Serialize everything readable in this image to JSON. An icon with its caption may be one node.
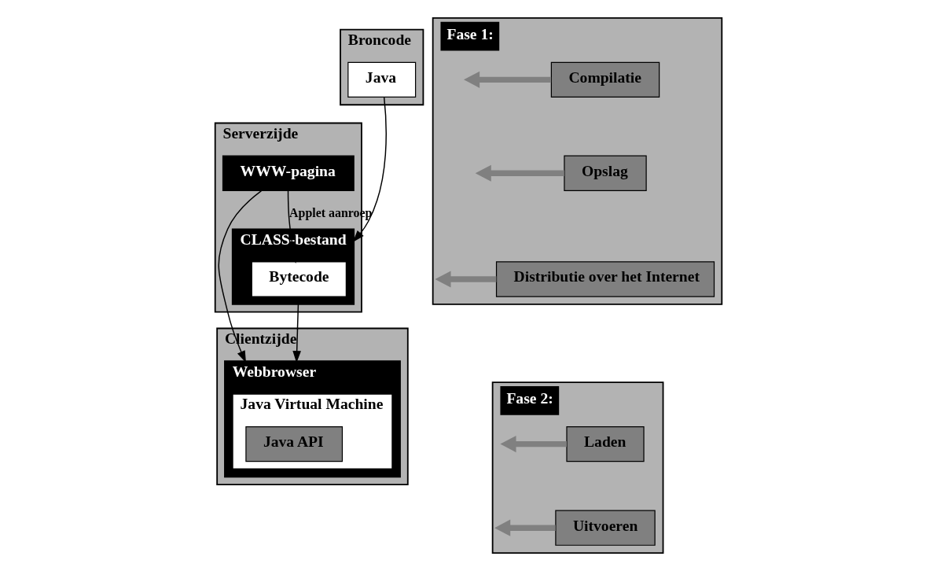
{
  "diagram": {
    "nodes": [
      {
        "text": [
          "Broncode"
        ]
      },
      {
        "text": [
          "Java"
        ],
        "in": 0
      },
      {
        "text": [
          "Serverzijde"
        ]
      },
      {
        "text": [
          "CLASS-bestand"
        ],
        "in": 2
      },
      {
        "text": [
          "Bytecode"
        ],
        "in": 3
      },
      {
        "text": [
          "WWW-pagina"
        ],
        "in": 2
      },
      {
        "text": [
          "Clientzijde"
        ]
      },
      {
        "text": [
          "Webbrowser"
        ],
        "in": 6
      },
      {
        "text": [
          "Java Virtual Machine"
        ],
        "in": 7
      },
      {
        "text": [
          "Java API"
        ],
        "in": 8
      },
      {
        "text": [
          "Fase 1:"
        ]
      },
      {
        "text": [
          "Compilatie"
        ],
        "in": 10
      },
      {
        "text": [
          "Opslag"
        ],
        "in": 10
      },
      {
        "text": [
          "Distributie over het Internet"
        ],
        "in": 10
      },
      {
        "text": [
          "Fase 2:"
        ]
      },
      {
        "text": [
          "Laden"
        ],
        "in": 14
      },
      {
        "text": [
          "Uitvoeren"
        ],
        "in": 14
      }
    ],
    "edges": [
      {
        "from": 1,
        "to": 3,
        "arrow": "to",
        "color": "#000000"
      },
      {
        "from": 5,
        "to": 4,
        "arrow": "to",
        "label": "Applet aanroep",
        "color": "#000000"
      },
      {
        "from": 5,
        "to": 7,
        "arrow": "to",
        "color": "#000000"
      },
      {
        "from": 3,
        "to": 7,
        "arrow": "to",
        "color": "#000000"
      },
      {
        "from": 11,
        "to": null,
        "arrow": "to"
      },
      {
        "from": 12,
        "to": null,
        "arrow": "to"
      },
      {
        "from": 13,
        "to": null,
        "arrow": "to"
      },
      {
        "from": 15,
        "to": null,
        "arrow": "to"
      },
      {
        "from": 16,
        "to": null,
        "arrow": "to"
      }
    ]
  }
}
